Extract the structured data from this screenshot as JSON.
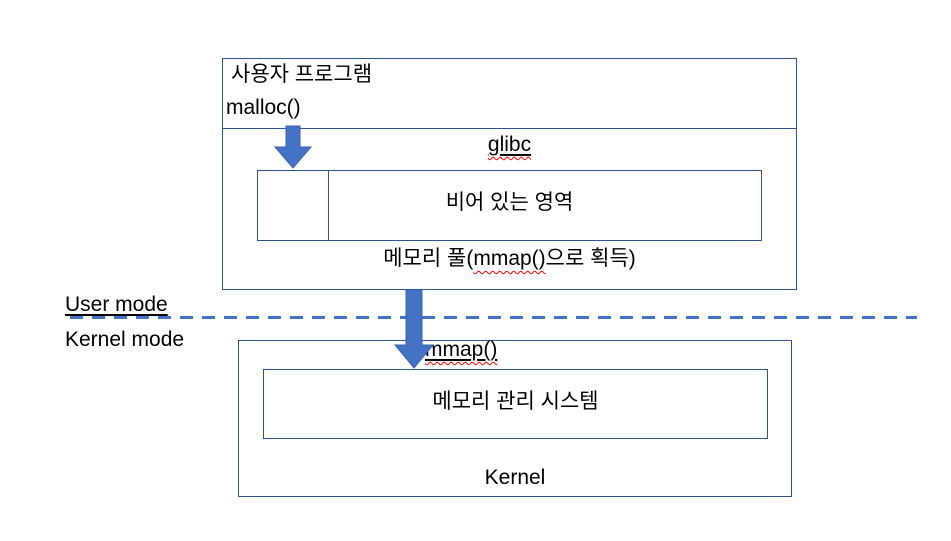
{
  "diagram_title": "malloc / mmap memory allocation flow",
  "colors": {
    "box_border": "#2e5395",
    "arrow_fill": "#4472c4",
    "mode_dash": "#4472c4",
    "spellcheck_squiggle": "#ff0000",
    "text": "#000000",
    "background": "#ffffff"
  },
  "user_box": {
    "title": "사용자 프로그램",
    "call": "malloc()",
    "glibc_label": "glibc",
    "empty_area_label": "비어 있는 영역",
    "pool_prefix": "메모리 풀(",
    "pool_mmap": "mmap()",
    "pool_suffix": "으로 획득)"
  },
  "mode_divider": {
    "user_label": "User mode",
    "kernel_label": "Kernel mode"
  },
  "kernel_box": {
    "syscall": "mmap()",
    "memory_system_label": "메모리 관리 시스템",
    "kernel_label": "Kernel"
  },
  "icons": {
    "malloc_arrow": "down-arrow",
    "mmap_arrow": "down-arrow"
  }
}
